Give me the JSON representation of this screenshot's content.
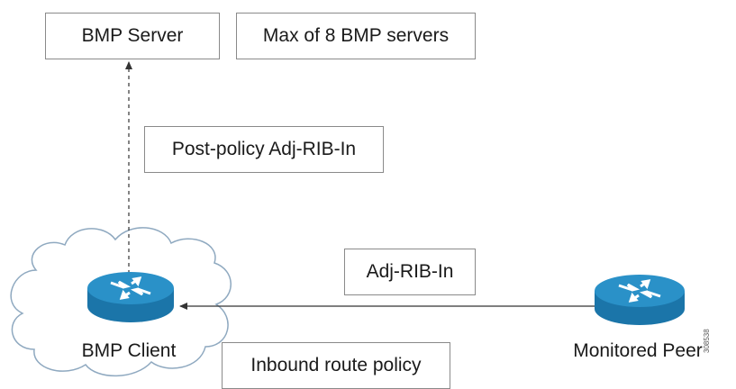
{
  "boxes": {
    "bmp_server": "BMP Server",
    "max_servers": "Max of 8 BMP servers",
    "post_policy": "Post-policy Adj-RIB-In",
    "adj_rib_in": "Adj-RIB-In",
    "inbound_policy": "Inbound route policy"
  },
  "nodes": {
    "bmp_client": "BMP Client",
    "monitored_peer": "Monitored Peer"
  },
  "figure_id": "308538",
  "colors": {
    "router_body": "#1b75a9",
    "router_top": "#2a91c8",
    "cloud_stroke": "#8fa9c0",
    "line": "#333333",
    "box_border": "#8a8a8a"
  },
  "icons": {
    "router": "router-icon",
    "cloud": "cloud-icon"
  }
}
